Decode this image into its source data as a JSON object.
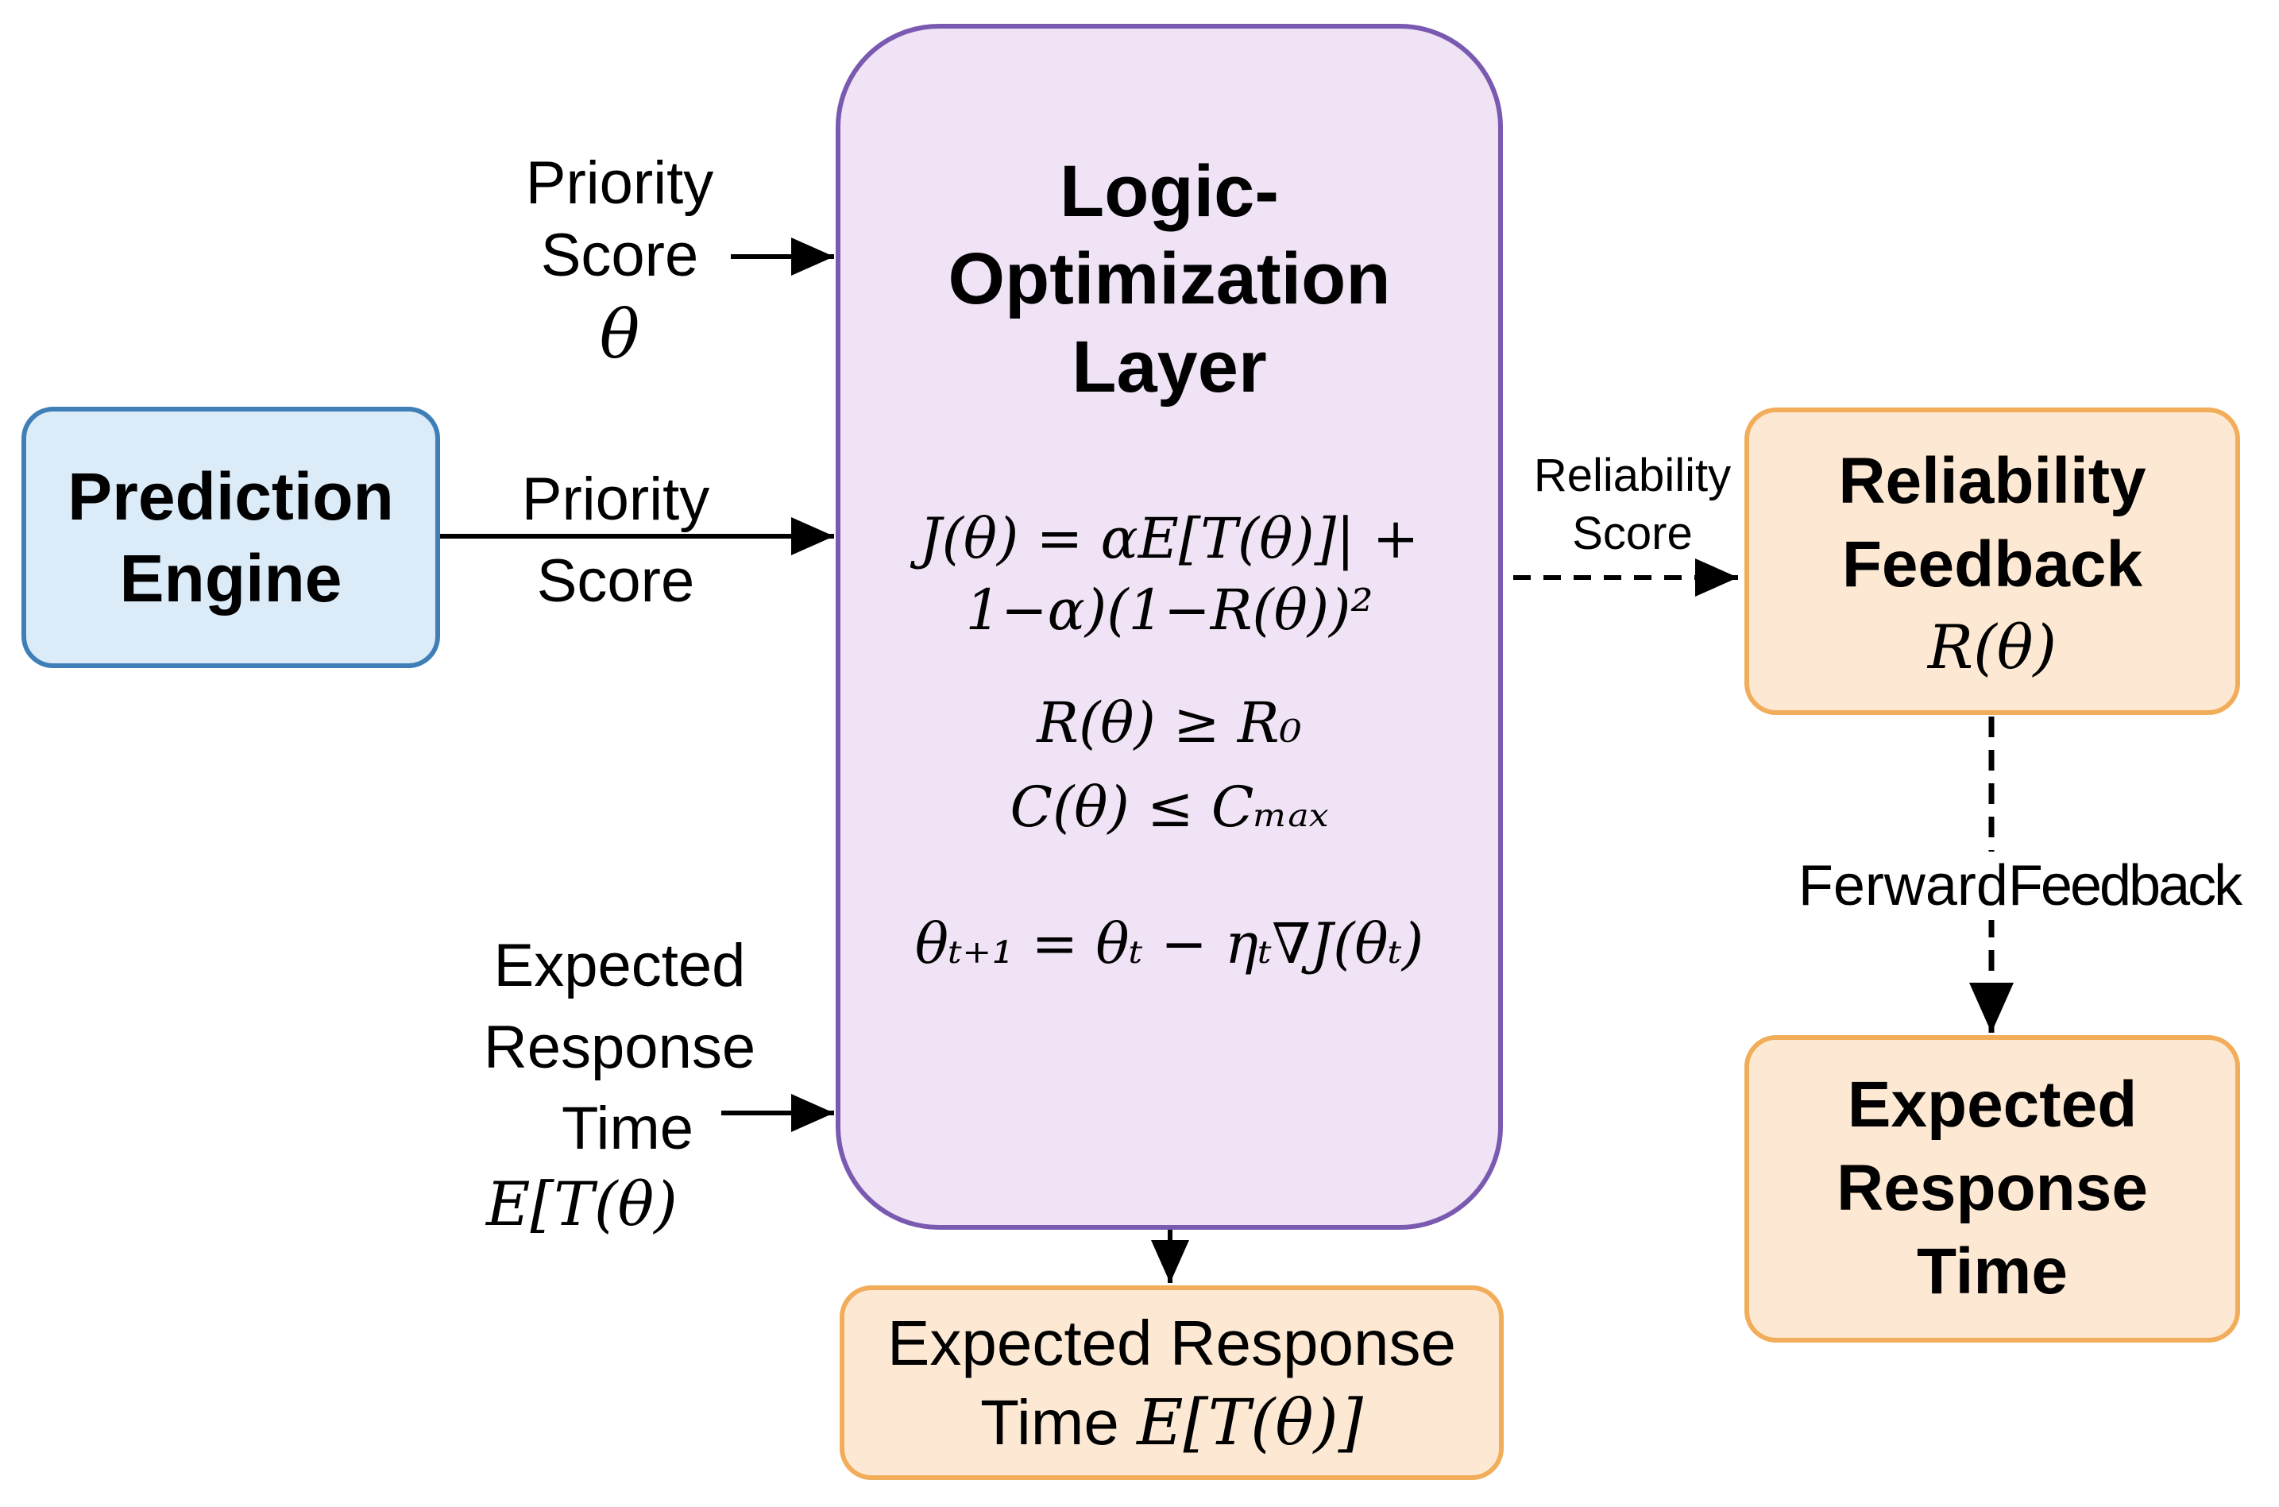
{
  "prediction_engine": {
    "title": "Prediction Engine"
  },
  "logic_layer": {
    "title": "Logic-Optimization Layer",
    "objective_line1": "J(θ) = αE[T(θ)]| +",
    "objective_line2": "1−α)(1−R(θ))²",
    "constraint1": "R(θ) ≥ R₀",
    "constraint2": "C(θ) ≤ Cₘₐₓ",
    "update_rule": "θₜ₊₁ = θₜ − ηₜ∇J(θₜ)"
  },
  "inputs": {
    "priority_score_theta": {
      "line1": "Priority",
      "line2": "Score",
      "symbol": "θ"
    },
    "priority_score": {
      "line1": "Priority",
      "line2": "Score"
    },
    "expected_response": {
      "line1": "Expected",
      "line2": "Response",
      "line3": "Time",
      "symbol": "E[T(θ)"
    }
  },
  "output_box": {
    "line1": "Expected Response",
    "line2_text": "Time",
    "line2_math": "E[T(θ)]"
  },
  "reliability_edge": {
    "line1": "Reliability",
    "line2": "Score"
  },
  "reliability_feedback": {
    "title_line1": "Reliability",
    "title_line2": "Feedback",
    "symbol": "R(θ)"
  },
  "feedback_edge": {
    "label_left": "Ferward",
    "label_right": "Feedback"
  },
  "expected_response_box": {
    "line1": "Expected",
    "line2": "Response",
    "line3": "Time"
  },
  "colors": {
    "prediction_fill": "#dcebf8",
    "prediction_border": "#3f7fb8",
    "logic_fill": "#efe3f5",
    "logic_border": "#7a5ab0",
    "output_fill": "#fde9d3",
    "output_border": "#f2ad5a"
  }
}
